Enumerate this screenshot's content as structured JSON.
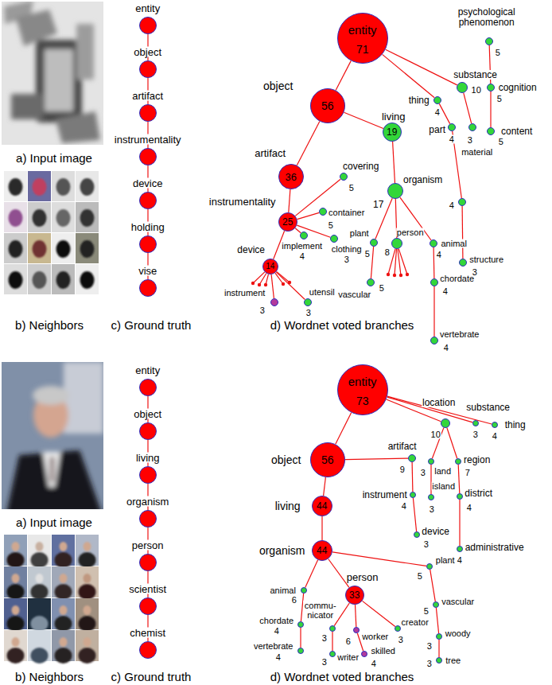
{
  "diagram": {
    "nodes": [
      {
        "text": [
          "entity"
        ]
      },
      {
        "text": [
          "object"
        ]
      },
      {
        "text": [
          "artifact"
        ]
      },
      {
        "text": [
          "instrumentality"
        ]
      },
      {
        "text": [
          "device"
        ]
      },
      {
        "text": [
          "holding"
        ]
      },
      {
        "text": [
          "vise"
        ]
      },
      {
        "text": [
          "entity",
          "71"
        ]
      },
      {
        "text": [
          "object",
          "56"
        ]
      },
      {
        "text": [
          "artifact",
          "36"
        ]
      },
      {
        "text": [
          "instrumentality",
          "25"
        ]
      },
      {
        "text": [
          "device",
          "14"
        ]
      },
      {
        "text": [
          "instrument",
          "3"
        ]
      },
      {
        "text": [
          "covering",
          "5"
        ]
      },
      {
        "text": [
          "implement",
          "4"
        ]
      },
      {
        "text": [
          "container",
          "5"
        ]
      },
      {
        "text": [
          "clothing",
          "3"
        ]
      },
      {
        "text": [
          "utensil",
          "3"
        ]
      },
      {
        "text": [
          "living",
          "19"
        ]
      },
      {
        "text": [
          "organism",
          "17"
        ]
      },
      {
        "text": [
          "plant",
          "5"
        ]
      },
      {
        "text": [
          "person",
          "8"
        ]
      },
      {
        "text": [
          "animal",
          "4"
        ]
      },
      {
        "text": [
          "vascular",
          "5"
        ]
      },
      {
        "text": [
          "chordate",
          "4"
        ]
      },
      {
        "text": [
          "vertebrate",
          "4"
        ]
      },
      {
        "text": [
          "psychological phenomenon",
          "5"
        ]
      },
      {
        "text": [
          "thing",
          "4"
        ]
      },
      {
        "text": [
          "substance",
          "10"
        ]
      },
      {
        "text": [
          "cognition",
          "5"
        ]
      },
      {
        "text": [
          "part",
          "4"
        ]
      },
      {
        "text": [
          "material",
          "3"
        ]
      },
      {
        "text": [
          "content",
          "5"
        ]
      },
      {
        "text": [
          "4"
        ]
      },
      {
        "text": [
          "structure",
          "3"
        ]
      },
      {
        "text": [
          "entity"
        ]
      },
      {
        "text": [
          "object"
        ]
      },
      {
        "text": [
          "living"
        ]
      },
      {
        "text": [
          "organism"
        ]
      },
      {
        "text": [
          "person"
        ]
      },
      {
        "text": [
          "scientist"
        ]
      },
      {
        "text": [
          "chemist"
        ]
      },
      {
        "text": [
          "entity",
          "73"
        ]
      },
      {
        "text": [
          "object",
          "56"
        ]
      },
      {
        "text": [
          "location",
          "10"
        ]
      },
      {
        "text": [
          "substance",
          "3"
        ]
      },
      {
        "text": [
          "thing",
          "4"
        ]
      },
      {
        "text": [
          "living",
          "44"
        ]
      },
      {
        "text": [
          "artifact",
          "9"
        ]
      },
      {
        "text": [
          "land",
          "3"
        ]
      },
      {
        "text": [
          "region",
          "7"
        ]
      },
      {
        "text": [
          "organism",
          "44"
        ]
      },
      {
        "text": [
          "instrument",
          "4"
        ]
      },
      {
        "text": [
          "island",
          "3"
        ]
      },
      {
        "text": [
          "district",
          "4"
        ]
      },
      {
        "text": [
          "device",
          "3"
        ]
      },
      {
        "text": [
          "administrative",
          "4"
        ]
      },
      {
        "text": [
          "animal",
          "6"
        ]
      },
      {
        "text": [
          "person",
          "33"
        ]
      },
      {
        "text": [
          "plant",
          "5"
        ]
      },
      {
        "text": [
          "commu- nicator",
          "3"
        ]
      },
      {
        "text": [
          "worker",
          "6"
        ]
      },
      {
        "text": [
          "creator",
          "3"
        ]
      },
      {
        "text": [
          "chordate",
          "4"
        ]
      },
      {
        "text": [
          "vascular",
          "5"
        ]
      },
      {
        "text": [
          "writer",
          "3"
        ]
      },
      {
        "text": [
          "skilled",
          "4"
        ]
      },
      {
        "text": [
          "vertebrate",
          "4"
        ]
      },
      {
        "text": [
          "woody",
          "3"
        ]
      },
      {
        "text": [
          "tree",
          "3"
        ]
      }
    ],
    "edges": [
      {
        "from": 0,
        "to": 1,
        "arrow": "none"
      },
      {
        "from": 1,
        "to": 2,
        "arrow": "none"
      },
      {
        "from": 2,
        "to": 3,
        "arrow": "none"
      },
      {
        "from": 3,
        "to": 4,
        "arrow": "none"
      },
      {
        "from": 4,
        "to": 5,
        "arrow": "none"
      },
      {
        "from": 5,
        "to": 6,
        "arrow": "none"
      },
      {
        "from": 7,
        "to": 8,
        "arrow": "none"
      },
      {
        "from": 7,
        "to": 27,
        "arrow": "none"
      },
      {
        "from": 7,
        "to": 28,
        "arrow": "none"
      },
      {
        "from": 8,
        "to": 9,
        "arrow": "none"
      },
      {
        "from": 8,
        "to": 18,
        "arrow": "none"
      },
      {
        "from": 9,
        "to": 10,
        "arrow": "none"
      },
      {
        "from": 10,
        "to": 11,
        "arrow": "none"
      },
      {
        "from": 10,
        "to": 13,
        "arrow": "none"
      },
      {
        "from": 10,
        "to": 14,
        "arrow": "none"
      },
      {
        "from": 10,
        "to": 15,
        "arrow": "none"
      },
      {
        "from": 10,
        "to": 16,
        "arrow": "none"
      },
      {
        "from": 11,
        "to": 12,
        "arrow": "none"
      },
      {
        "from": 11,
        "to": 17,
        "arrow": "none"
      },
      {
        "from": 18,
        "to": 19,
        "arrow": "none"
      },
      {
        "from": 19,
        "to": 20,
        "arrow": "none"
      },
      {
        "from": 19,
        "to": 21,
        "arrow": "none"
      },
      {
        "from": 19,
        "to": 22,
        "arrow": "none"
      },
      {
        "from": 20,
        "to": 23,
        "arrow": "none"
      },
      {
        "from": 22,
        "to": 24,
        "arrow": "none"
      },
      {
        "from": 24,
        "to": 25,
        "arrow": "none"
      },
      {
        "from": 26,
        "to": 29,
        "arrow": "none"
      },
      {
        "from": 29,
        "to": 32,
        "arrow": "none"
      },
      {
        "from": 27,
        "to": 30,
        "arrow": "none"
      },
      {
        "from": 28,
        "to": 31,
        "arrow": "none"
      },
      {
        "from": 30,
        "to": 33,
        "arrow": "none"
      },
      {
        "from": 33,
        "to": 34,
        "arrow": "none"
      },
      {
        "from": 35,
        "to": 36,
        "arrow": "none"
      },
      {
        "from": 36,
        "to": 37,
        "arrow": "none"
      },
      {
        "from": 37,
        "to": 38,
        "arrow": "none"
      },
      {
        "from": 38,
        "to": 39,
        "arrow": "none"
      },
      {
        "from": 39,
        "to": 40,
        "arrow": "none"
      },
      {
        "from": 40,
        "to": 41,
        "arrow": "none"
      },
      {
        "from": 42,
        "to": 43,
        "arrow": "none"
      },
      {
        "from": 42,
        "to": 44,
        "arrow": "none"
      },
      {
        "from": 42,
        "to": 45,
        "arrow": "none"
      },
      {
        "from": 42,
        "to": 46,
        "arrow": "none"
      },
      {
        "from": 43,
        "to": 47,
        "arrow": "none"
      },
      {
        "from": 43,
        "to": 48,
        "arrow": "none"
      },
      {
        "from": 44,
        "to": 49,
        "arrow": "none"
      },
      {
        "from": 44,
        "to": 50,
        "arrow": "none"
      },
      {
        "from": 47,
        "to": 51,
        "arrow": "none"
      },
      {
        "from": 48,
        "to": 52,
        "arrow": "none"
      },
      {
        "from": 52,
        "to": 55,
        "arrow": "none"
      },
      {
        "from": 49,
        "to": 53,
        "arrow": "none"
      },
      {
        "from": 50,
        "to": 54,
        "arrow": "none"
      },
      {
        "from": 54,
        "to": 56,
        "arrow": "none"
      },
      {
        "from": 51,
        "to": 57,
        "arrow": "none"
      },
      {
        "from": 51,
        "to": 58,
        "arrow": "none"
      },
      {
        "from": 51,
        "to": 59,
        "arrow": "none"
      },
      {
        "from": 58,
        "to": 60,
        "arrow": "none"
      },
      {
        "from": 58,
        "to": 61,
        "arrow": "none"
      },
      {
        "from": 58,
        "to": 62,
        "arrow": "none"
      },
      {
        "from": 57,
        "to": 63,
        "arrow": "none"
      },
      {
        "from": 63,
        "to": 67,
        "arrow": "none"
      },
      {
        "from": 60,
        "to": 65,
        "arrow": "none"
      },
      {
        "from": 61,
        "to": 66,
        "arrow": "none"
      },
      {
        "from": 59,
        "to": 64,
        "arrow": "none"
      },
      {
        "from": 64,
        "to": 68,
        "arrow": "none"
      },
      {
        "from": 68,
        "to": 69,
        "arrow": "none"
      }
    ],
    "labels": [
      "a) Input image",
      "b) Neighbors",
      "c) Ground truth",
      "d) Wordnet voted branches",
      "a) Input image",
      "b) Neighbors",
      "c) Ground truth",
      "d) Wordnet voted branches"
    ]
  }
}
